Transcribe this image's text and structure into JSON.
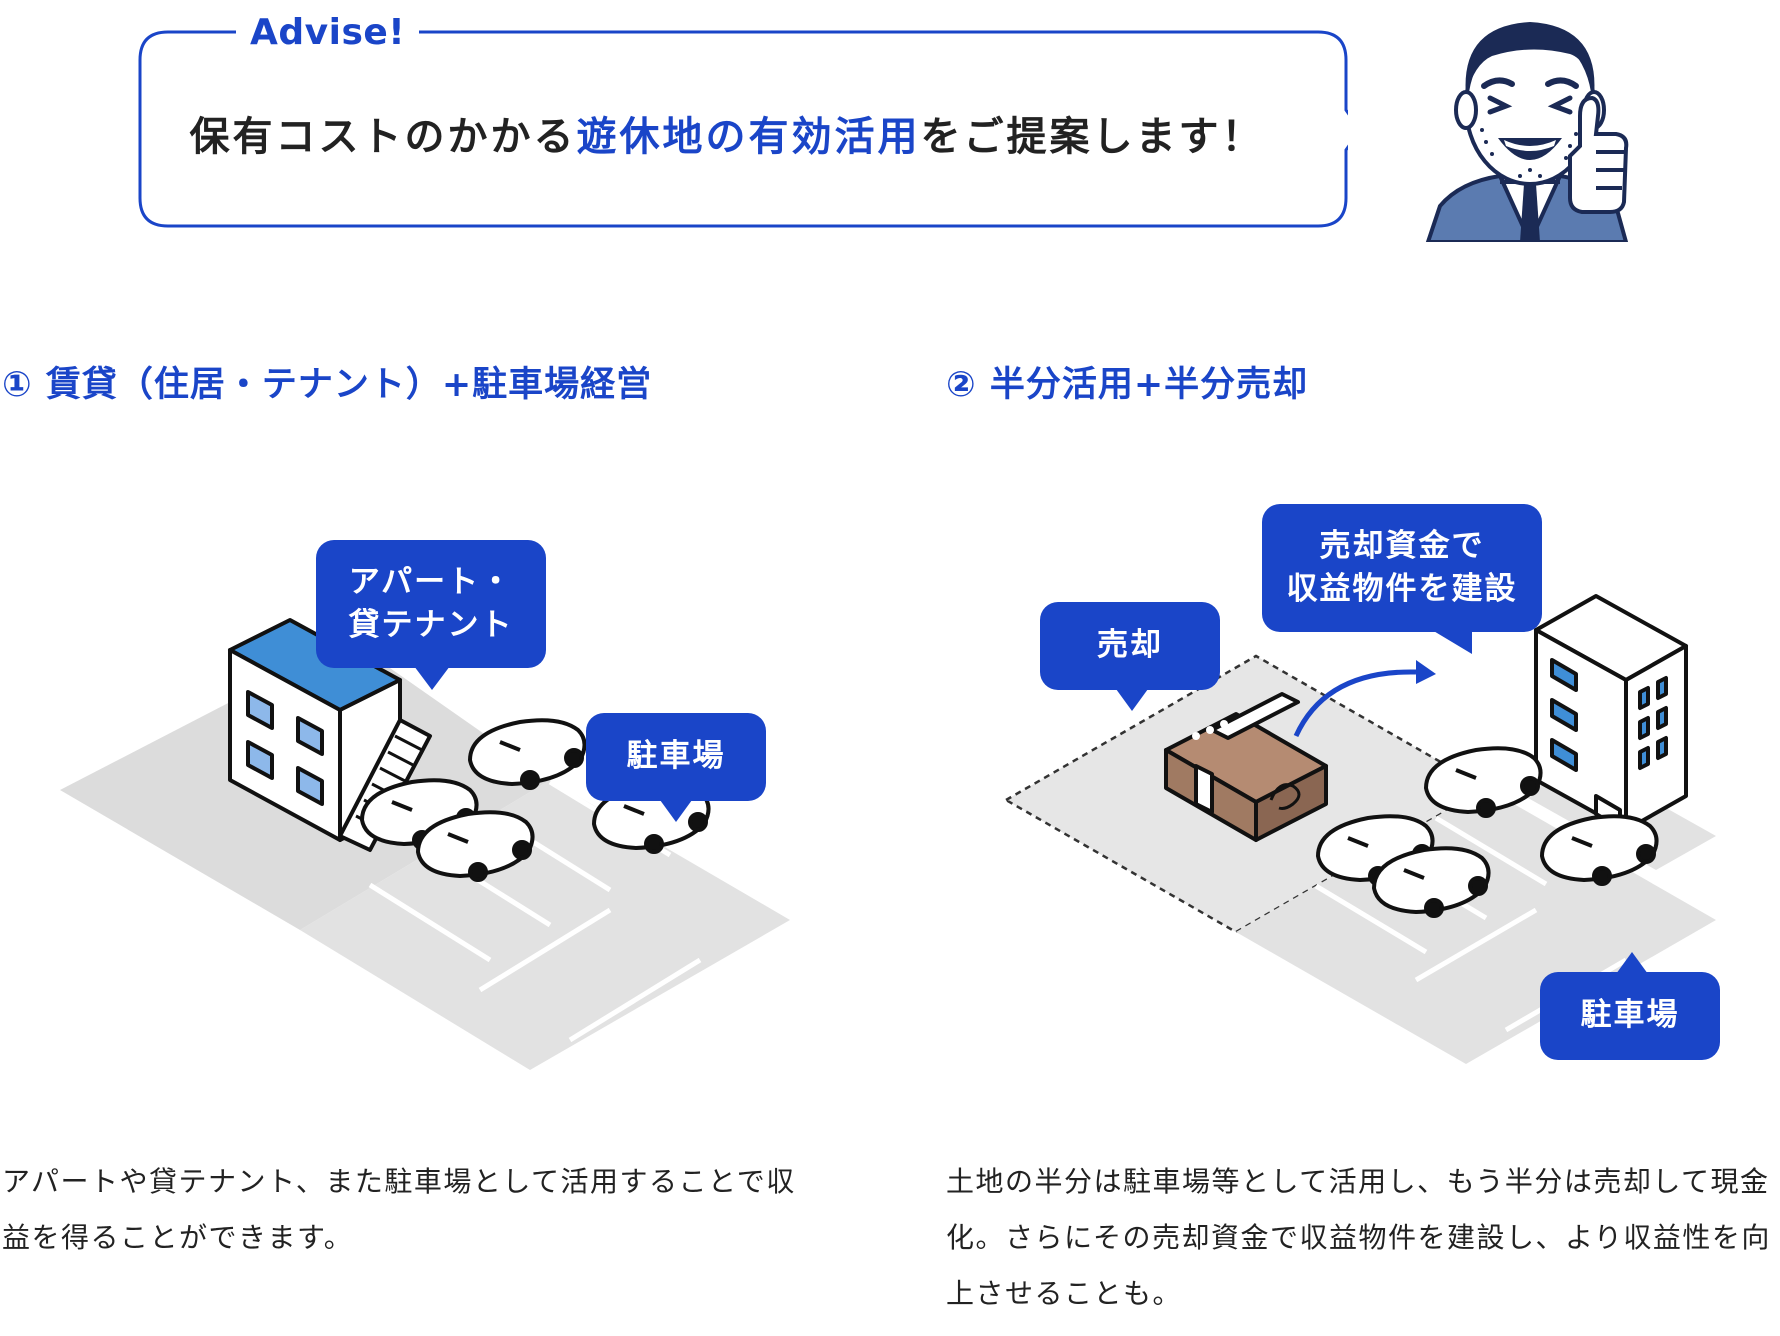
{
  "advise": {
    "label": "Advise!",
    "message_pre": "保有コストのかかる",
    "message_highlight": "遊休地の有効活用",
    "message_post": "をご提案します！"
  },
  "section1": {
    "title": "① 賃貸（住居・テナント）+駐車場経営",
    "tag_building": "アパート・\n貸テナント",
    "tag_parking": "駐車場",
    "description": "アパートや貸テナント、また駐車場として活用することで収益を得ることができます。"
  },
  "section2": {
    "title": "② 半分活用+半分売却",
    "tag_sell": "売却",
    "tag_build": "売却資金で\n収益物件を建設",
    "tag_parking": "駐車場",
    "description": "土地の半分は駐車場等として活用し、もう半分は売却して現金化。さらにその売却資金で収益物件を建設し、より収益性を向上させることも。"
  },
  "colors": {
    "accent": "#1a45c8",
    "ground": "#dcdcdc",
    "roof": "#3f8ed6",
    "box": "#a07a62"
  },
  "icons": [
    "businessman-thumbs-up-icon",
    "apartment-building-icon",
    "car-icon",
    "money-bundle-icon",
    "office-building-icon",
    "arrow-icon"
  ]
}
